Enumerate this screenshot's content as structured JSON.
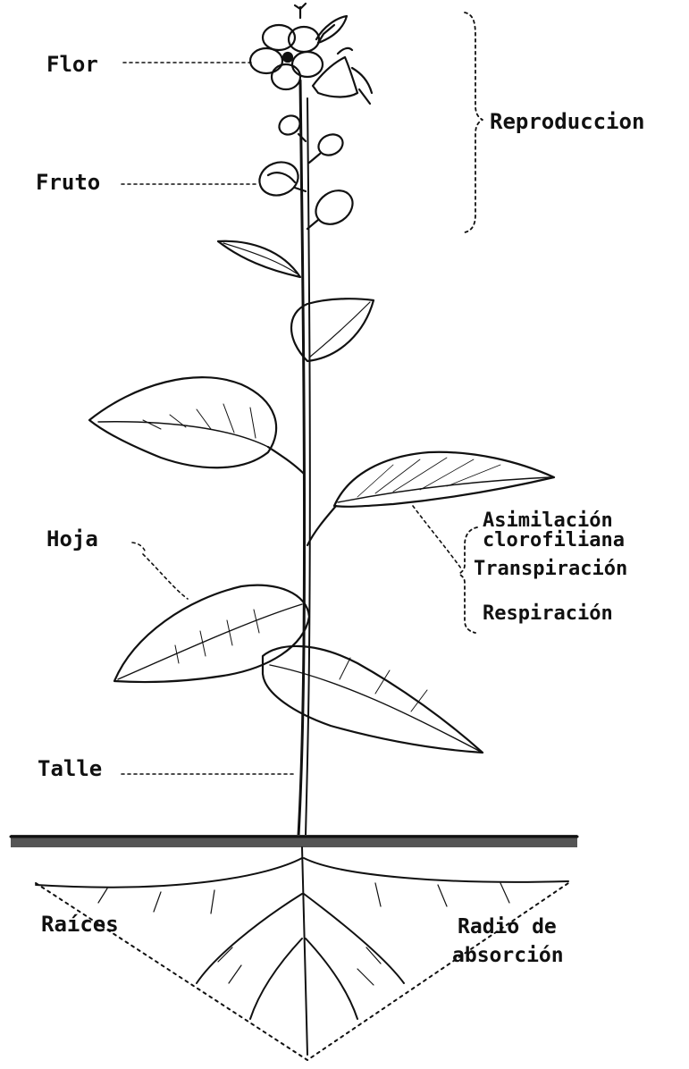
{
  "labels": {
    "flor": "Flor",
    "fruto": "Fruto",
    "reproduccion": "Reproduccion",
    "hoja": "Hoja",
    "asimilacion_line1": "Asimilación",
    "asimilacion_line2": "clorofiliana",
    "transpiracion": "Transpiración",
    "respiracion": "Respiración",
    "talle": "Talle",
    "raices": "Raíces",
    "radio_line1": "Radio de",
    "radio_line2": "absorción"
  },
  "colors": {
    "ink": "#111111",
    "paper": "#ffffff",
    "soil": "#555555"
  }
}
